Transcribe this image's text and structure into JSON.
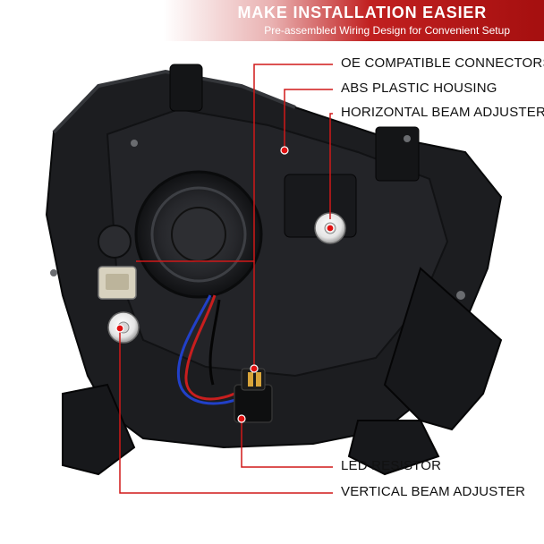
{
  "banner": {
    "title": "MAKE INSTALLATION EASIER",
    "subtitle": "Pre-assembled Wiring Design for Convenient Setup",
    "accent_color": "#b51515"
  },
  "callouts": {
    "oe_connectors": "OE COMPATIBLE CONNECTORS",
    "abs_housing": "ABS PLASTIC HOUSING",
    "horizontal_adjuster": "HORIZONTAL BEAM ADJUSTER",
    "led_resistor": "LED RESISTOR",
    "vertical_adjuster": "VERTICAL BEAM ADJUSTER"
  },
  "colors": {
    "housing": "#1c1d20",
    "leader_line": "#d01818",
    "marker": "#e01010"
  }
}
